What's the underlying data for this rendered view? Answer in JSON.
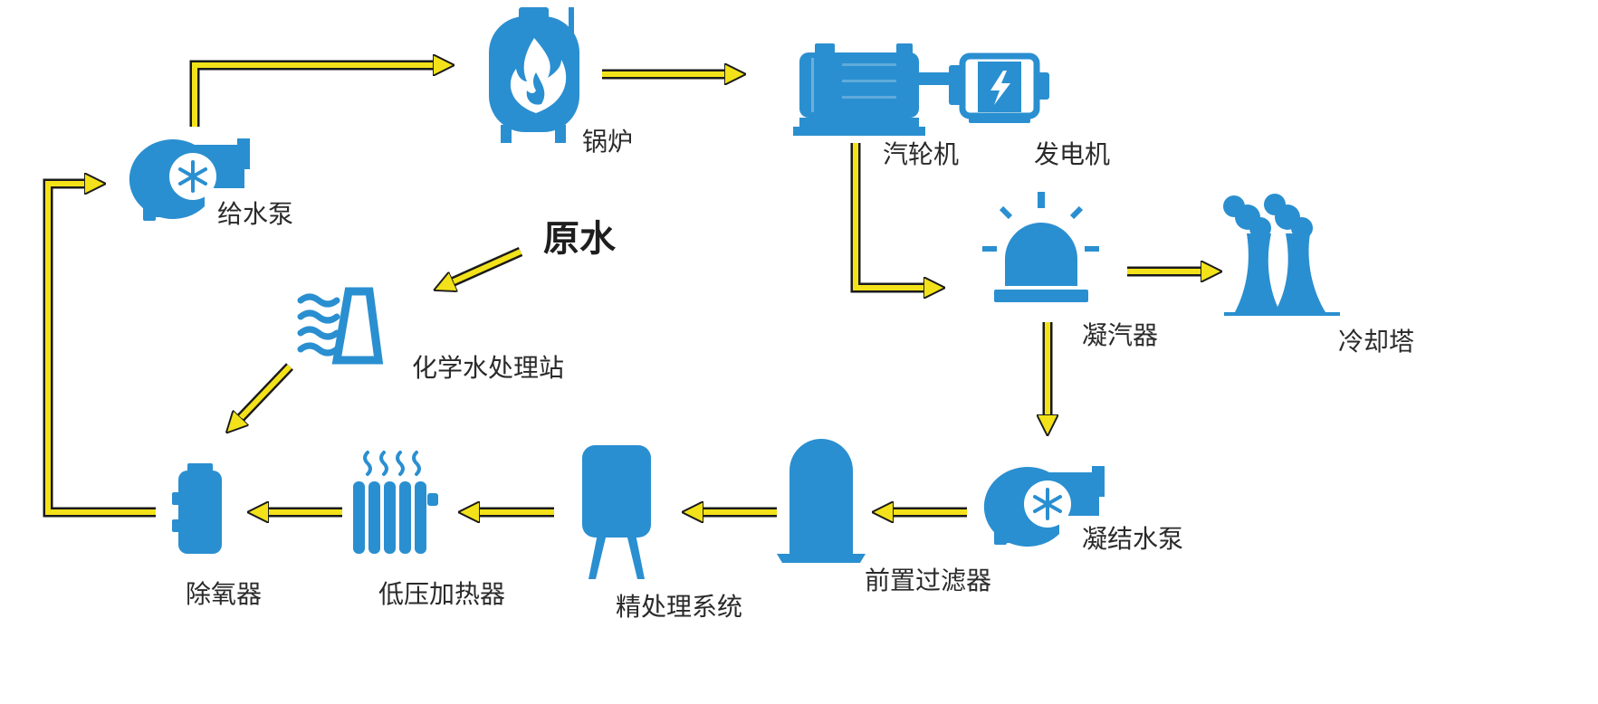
{
  "labels": {
    "boiler": "锅炉",
    "turbine": "汽轮机",
    "generator": "发电机",
    "feed_pump": "给水泵",
    "raw_water": "原水",
    "chem_station": "化学水处理站",
    "condenser": "凝汽器",
    "cooling_tower": "冷却塔",
    "deaerator": "除氧器",
    "lp_heater": "低压加热器",
    "polishing": "精处理系统",
    "prefilter": "前置过滤器",
    "cond_pump": "凝结水泵"
  },
  "colors": {
    "icon_blue": "#2a8fd0",
    "arrow_yellow": "#f3e21a",
    "arrow_outline": "#1a1a1a",
    "text": "#2a2a2a"
  },
  "icons": {
    "boiler": "boiler-flame-icon",
    "turbine": "turbine-motor-icon",
    "generator": "generator-lightning-icon",
    "feed_pump": "pump-fan-icon",
    "chem_station": "water-treatment-icon",
    "condenser": "condenser-beacon-icon",
    "cooling_tower": "cooling-tower-icon",
    "deaerator": "deaerator-tank-icon",
    "lp_heater": "radiator-heater-icon",
    "polishing": "polishing-tank-icon",
    "prefilter": "filter-column-icon",
    "cond_pump": "pump-fan-icon"
  }
}
